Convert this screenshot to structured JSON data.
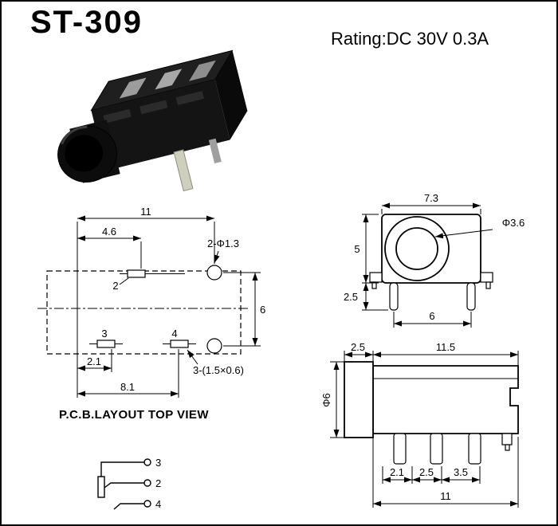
{
  "header": {
    "title": "ST-309",
    "rating": "Rating:DC 30V 0.3A"
  },
  "pcb": {
    "caption": "P.C.B.LAYOUT TOP VIEW",
    "dim_total_width": "11",
    "dim_left_width": "4.6",
    "hole_label": "2-Φ1.3",
    "pad2_label": "2",
    "pad3_label": "3",
    "pad4_label": "4",
    "dim_height": "6",
    "dim_pad3_offset": "2.1",
    "dim_pad4_offset": "8.1",
    "slot_label": "3-(1.5×0.6)"
  },
  "schematic": {
    "pin_tip": "3",
    "pin_ring": "2",
    "pin_sleeve": "4"
  },
  "front_view": {
    "dim_width": "7.3",
    "hole_label": "Φ3.6",
    "dim_body_height": "5",
    "dim_pin_length": "2.5",
    "dim_pin_span": "6"
  },
  "side_view": {
    "dim_front_depth": "2.5",
    "dim_body_length": "11.5",
    "dim_diameter": "Φ6",
    "dim_pin1": "2.1",
    "dim_pin2": "2.5",
    "dim_pin3": "3.5",
    "dim_total_length": "11"
  }
}
